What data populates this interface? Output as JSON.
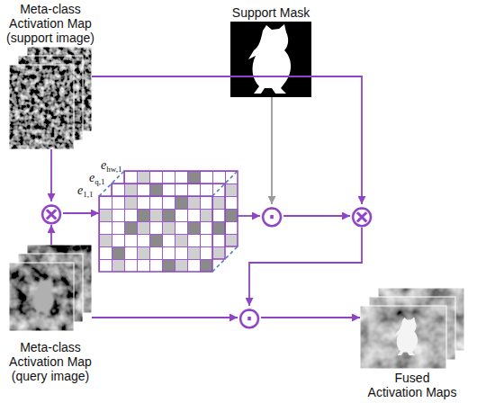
{
  "diagram": {
    "nodes": [
      {
        "text": [
          "Meta-class Activation Map (support image)"
        ]
      },
      {
        "text": [
          "Support Mask"
        ]
      },
      {
        "text": [
          "⊗"
        ]
      },
      {
        "text": [
          "ehw,1",
          "eq,1",
          "e1,1"
        ]
      },
      {
        "text": [
          "⊙"
        ]
      },
      {
        "text": [
          "⊗"
        ]
      },
      {
        "text": [
          "⊙"
        ]
      },
      {
        "text": [
          "Meta-class Activation Map (query image)"
        ]
      },
      {
        "text": [
          "Fused Activation Maps"
        ]
      }
    ],
    "edges": [
      {
        "from": 0,
        "to": 2,
        "arrow": "to"
      },
      {
        "from": 7,
        "to": 2,
        "arrow": "to"
      },
      {
        "from": 2,
        "to": 3,
        "arrow": "to"
      },
      {
        "from": 3,
        "to": 4,
        "arrow": "to"
      },
      {
        "from": 1,
        "to": 4,
        "arrow": "to"
      },
      {
        "from": 0,
        "to": 5,
        "arrow": "to"
      },
      {
        "from": 4,
        "to": 5,
        "arrow": "to"
      },
      {
        "from": 5,
        "to": 6,
        "arrow": "to"
      },
      {
        "from": 7,
        "to": 6,
        "arrow": "to"
      },
      {
        "from": 6,
        "to": 8,
        "arrow": "to"
      }
    ]
  }
}
